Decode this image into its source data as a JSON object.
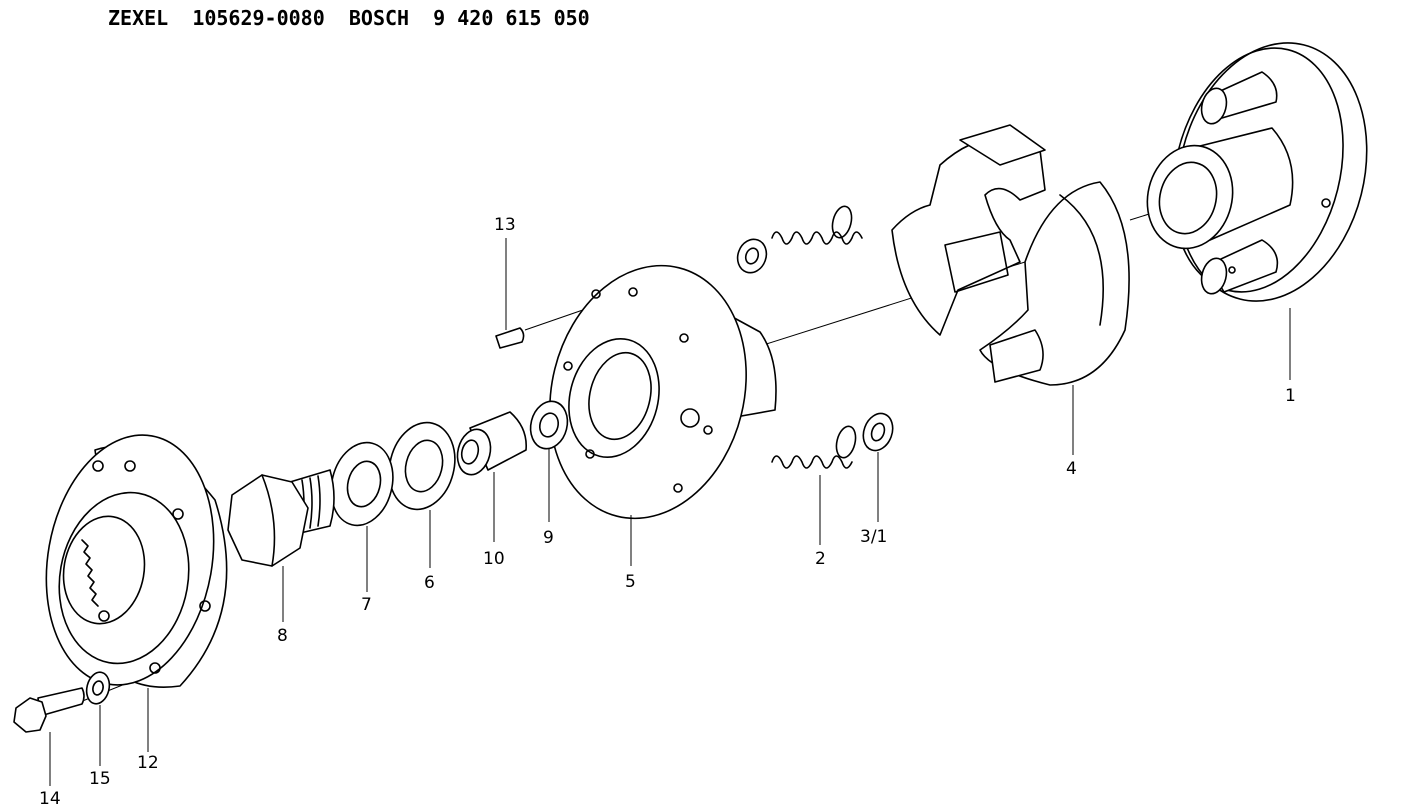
{
  "header": {
    "brand": "ZEXEL",
    "zexel_number": "105629-0080",
    "bosch_brand": "BOSCH",
    "bosch_number": "9 420 615 050"
  },
  "callouts": {
    "c1": "1",
    "c2": "2",
    "c3": "3/1",
    "c4": "4",
    "c5": "5",
    "c6": "6",
    "c7": "7",
    "c8": "8",
    "c9": "9",
    "c10": "10",
    "c12": "12",
    "c13": "13",
    "c14": "14",
    "c15": "15"
  }
}
